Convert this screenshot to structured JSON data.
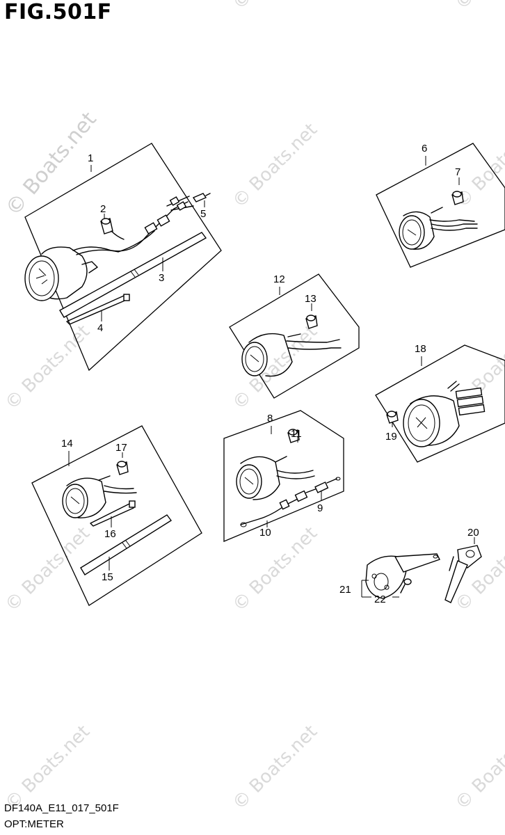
{
  "figure": {
    "title": "FIG.501F",
    "code": "DF140A_E11_017_501F",
    "subtitle": "OPT:METER"
  },
  "watermark": {
    "text": "© Boats.net"
  },
  "callouts": [
    "1",
    "2",
    "3",
    "4",
    "5",
    "6",
    "7",
    "8",
    "9",
    "10",
    "11",
    "12",
    "13",
    "14",
    "15",
    "16",
    "17",
    "18",
    "19",
    "20",
    "21",
    "22"
  ],
  "groups": [
    {
      "id": "group-1",
      "callouts": [
        "1",
        "2",
        "3",
        "4",
        "5"
      ]
    },
    {
      "id": "group-6",
      "callouts": [
        "6",
        "7"
      ]
    },
    {
      "id": "group-12",
      "callouts": [
        "12",
        "13"
      ]
    },
    {
      "id": "group-18",
      "callouts": [
        "18",
        "19"
      ]
    },
    {
      "id": "group-14",
      "callouts": [
        "14",
        "15",
        "16",
        "17"
      ]
    },
    {
      "id": "group-8",
      "callouts": [
        "8",
        "9",
        "10",
        "11"
      ]
    },
    {
      "id": "group-bracket",
      "callouts": [
        "20",
        "21",
        "22"
      ]
    }
  ]
}
